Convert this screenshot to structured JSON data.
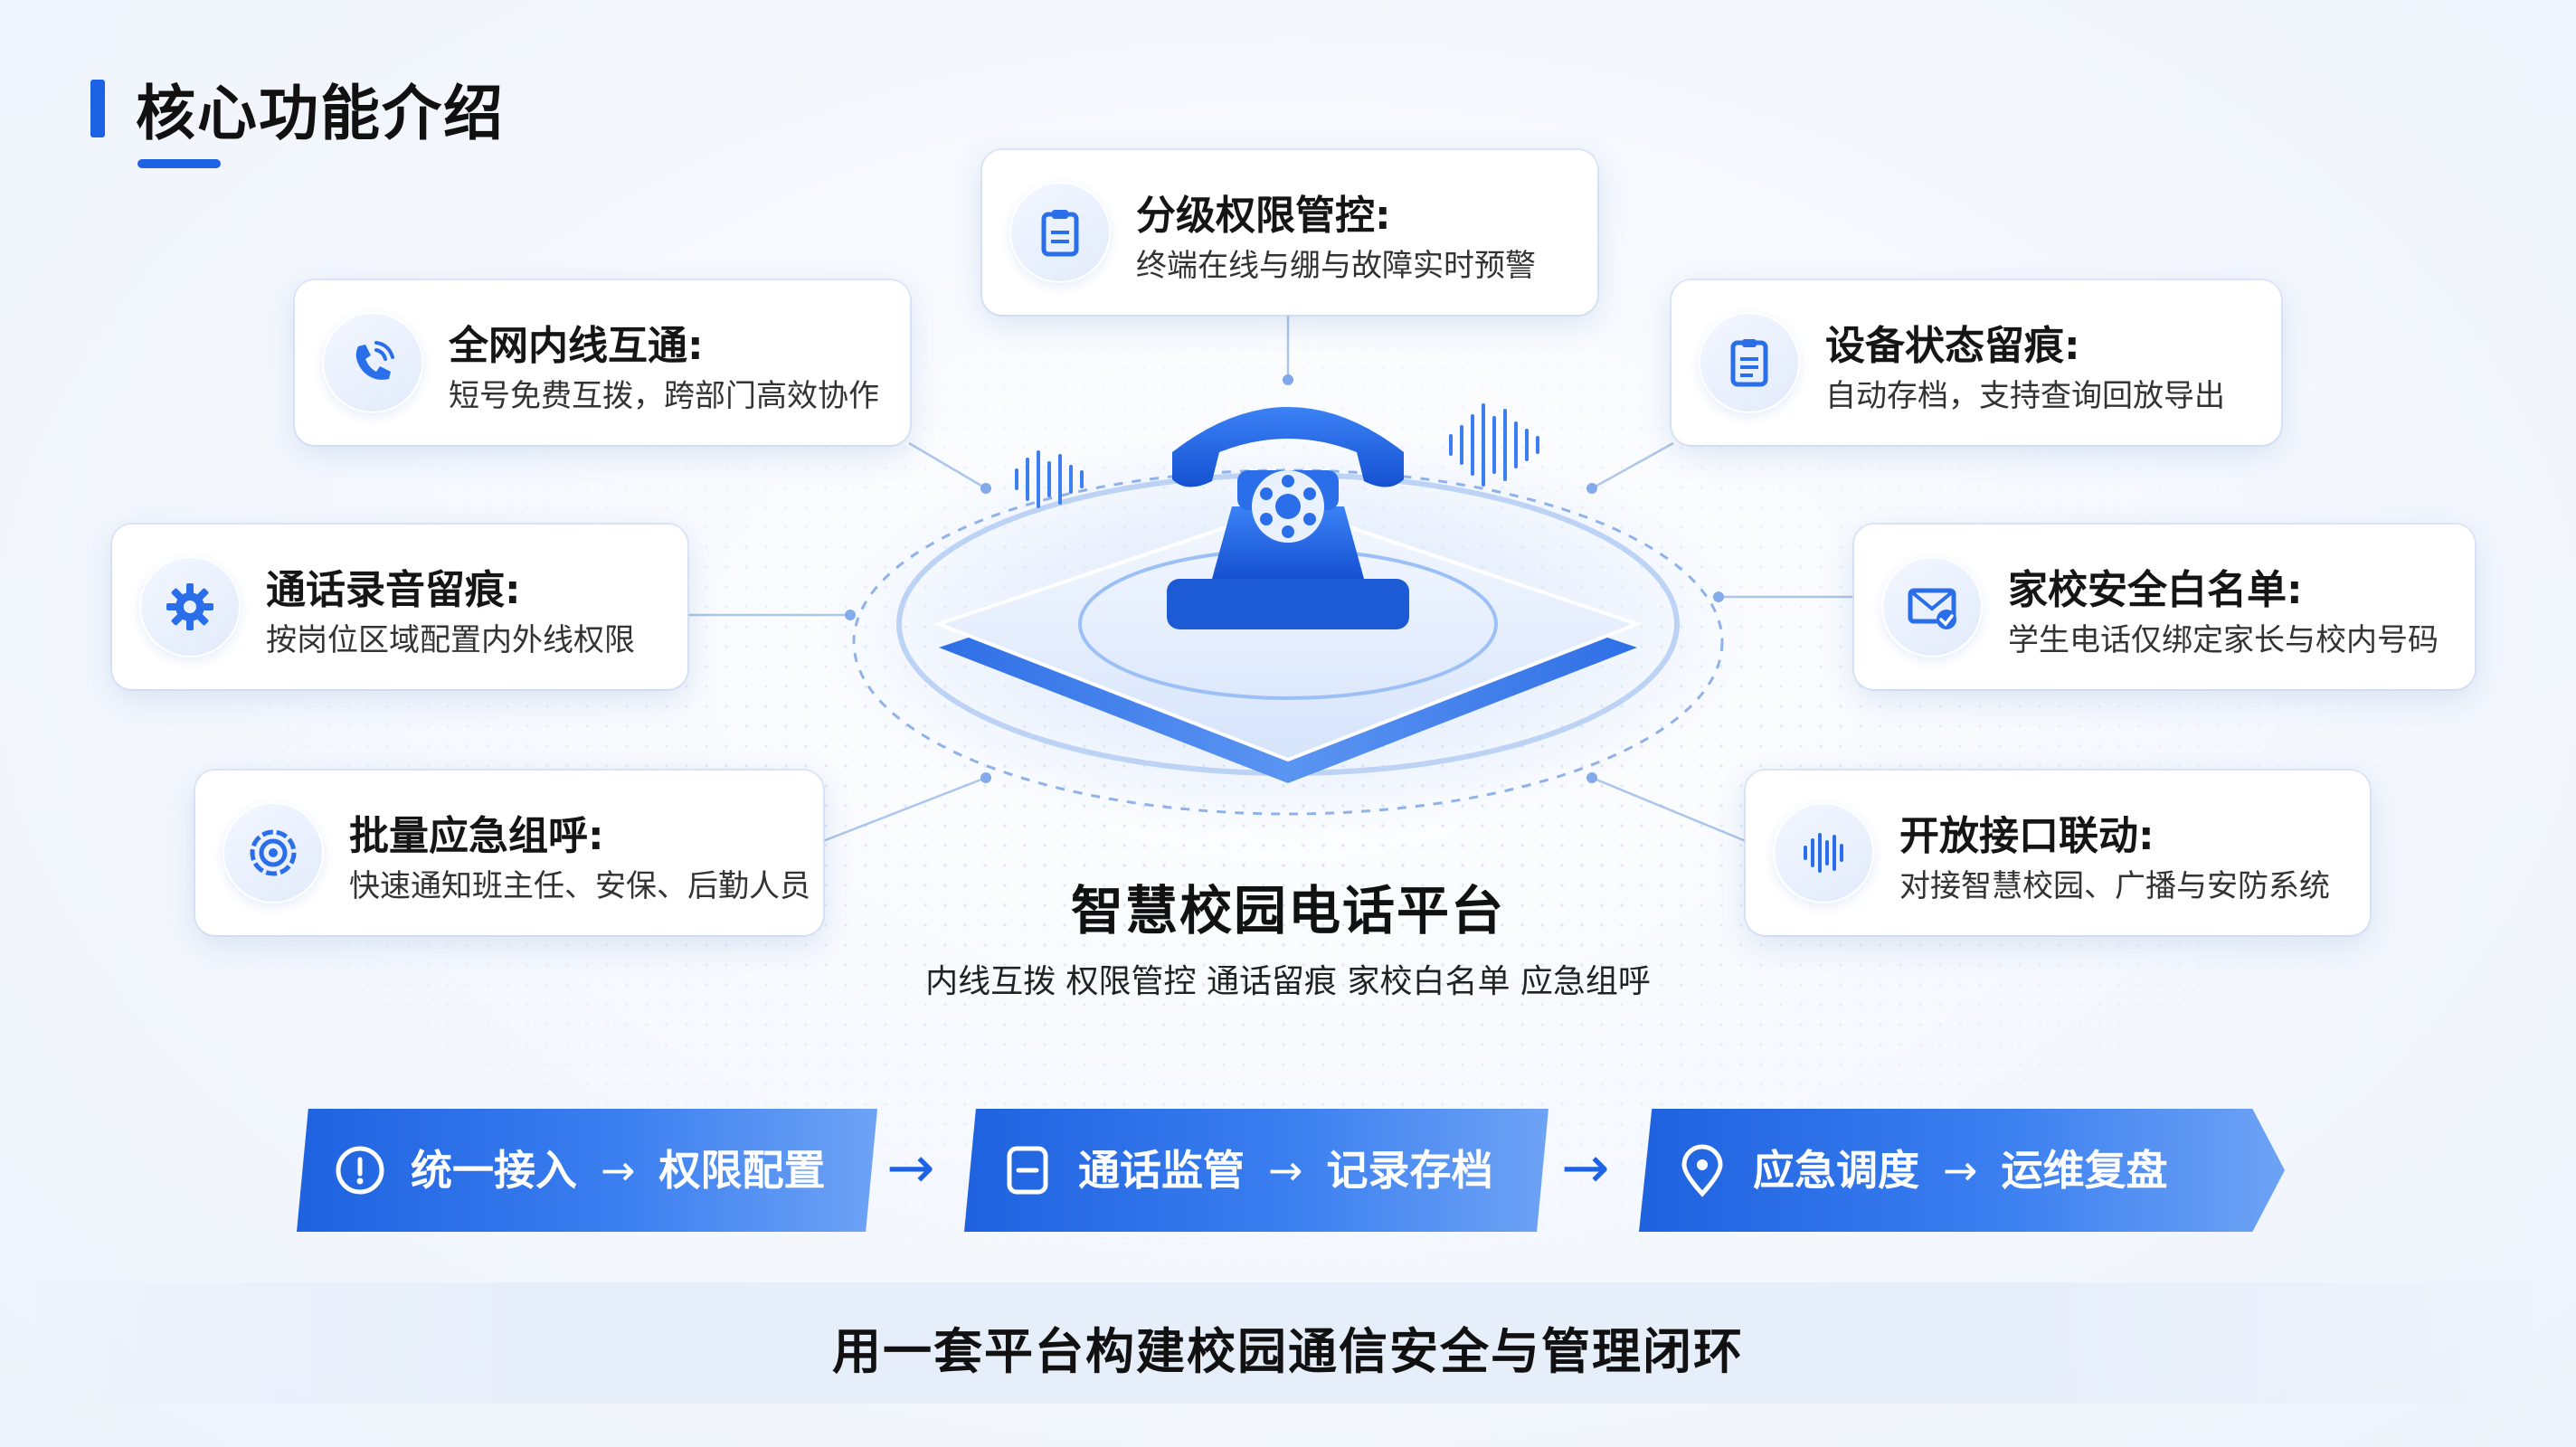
{
  "page": {
    "title": "核心功能介绍"
  },
  "features": [
    {
      "id": "hierarchical-permission",
      "title": "分级权限管控:",
      "desc": "终端在线与绷与故障实时预警",
      "icon": "clipboard-icon"
    },
    {
      "id": "network-intercom",
      "title": "全网内线互通:",
      "desc": "短号免费互拨，跨部门高效协作",
      "icon": "phone-signal-icon"
    },
    {
      "id": "device-status",
      "title": "设备状态留痕:",
      "desc": "自动存档，支持查询回放导出",
      "icon": "document-icon"
    },
    {
      "id": "call-recording",
      "title": "通话录音留痕:",
      "desc": "按岗位区域配置内外线权限",
      "icon": "gear-icon"
    },
    {
      "id": "whitelist",
      "title": "家校安全白名单:",
      "desc": "学生电话仅绑定家长与校内号码",
      "icon": "envelope-check-icon"
    },
    {
      "id": "group-call",
      "title": "批量应急组呼:",
      "desc": "快速通知班主任、安保、后勤人员",
      "icon": "target-gear-icon"
    },
    {
      "id": "open-api",
      "title": "开放接口联动:",
      "desc": "对接智慧校园、广播与安防系统",
      "icon": "sound-wave-icon"
    }
  ],
  "center": {
    "title": "智慧校园电话平台",
    "subtitle": "内线互拨 权限管控 通话留痕 家校白名单 应急组呼",
    "icon": "telephone-icon"
  },
  "flow": [
    {
      "from": "统一接入",
      "to": "权限配置",
      "icon": "info-circle-icon"
    },
    {
      "from": "通话监管",
      "to": "记录存档",
      "icon": "minus-square-icon"
    },
    {
      "from": "应急调度",
      "to": "运维复盘",
      "icon": "location-pin-icon"
    }
  ],
  "flow_arrow": "→",
  "slogan": "用一套平台构建校园通信安全与管理闭环",
  "colors": {
    "accent": "#1e63e6",
    "light_accent": "#6ea3f5",
    "text": "#111111"
  }
}
